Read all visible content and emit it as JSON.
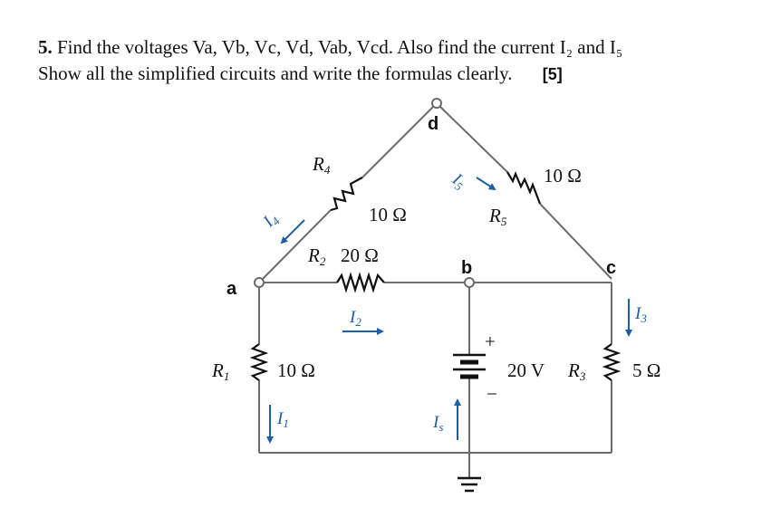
{
  "question": {
    "number": "5.",
    "line1": "Find the voltages Va, Vb, Vc, Vd, Vab, Vcd. Also find the current I₂ and I₅",
    "line2": "Show all the simplified circuits and write the formulas clearly.",
    "marks": "[5]"
  },
  "circuit": {
    "nodes": {
      "a": "a",
      "b": "b",
      "c": "c",
      "d": "d"
    },
    "components": {
      "R1": {
        "name": "R",
        "sub": "1",
        "value": "10 Ω"
      },
      "R2": {
        "name": "R",
        "sub": "2",
        "value": "20 Ω"
      },
      "R3": {
        "name": "R",
        "sub": "3",
        "value": "5 Ω"
      },
      "R4": {
        "name": "R",
        "sub": "4",
        "value": "10 Ω"
      },
      "R5": {
        "name": "R",
        "sub": "5",
        "value": "10 Ω"
      },
      "source": {
        "value": "20 V",
        "plus": "+",
        "minus": "−"
      }
    },
    "currents": {
      "I1": {
        "name": "I",
        "sub": "1"
      },
      "I2": {
        "name": "I",
        "sub": "2"
      },
      "I3": {
        "name": "I",
        "sub": "3"
      },
      "I4": {
        "name": "I",
        "sub": "4"
      },
      "I5": {
        "name": "I",
        "sub": "5"
      },
      "Is": {
        "name": "I",
        "sub": "s"
      }
    },
    "colors": {
      "wire": "#6b6b6b",
      "current_arrow": "#1a5fa8",
      "node_ring": "#6b6b6b"
    }
  }
}
